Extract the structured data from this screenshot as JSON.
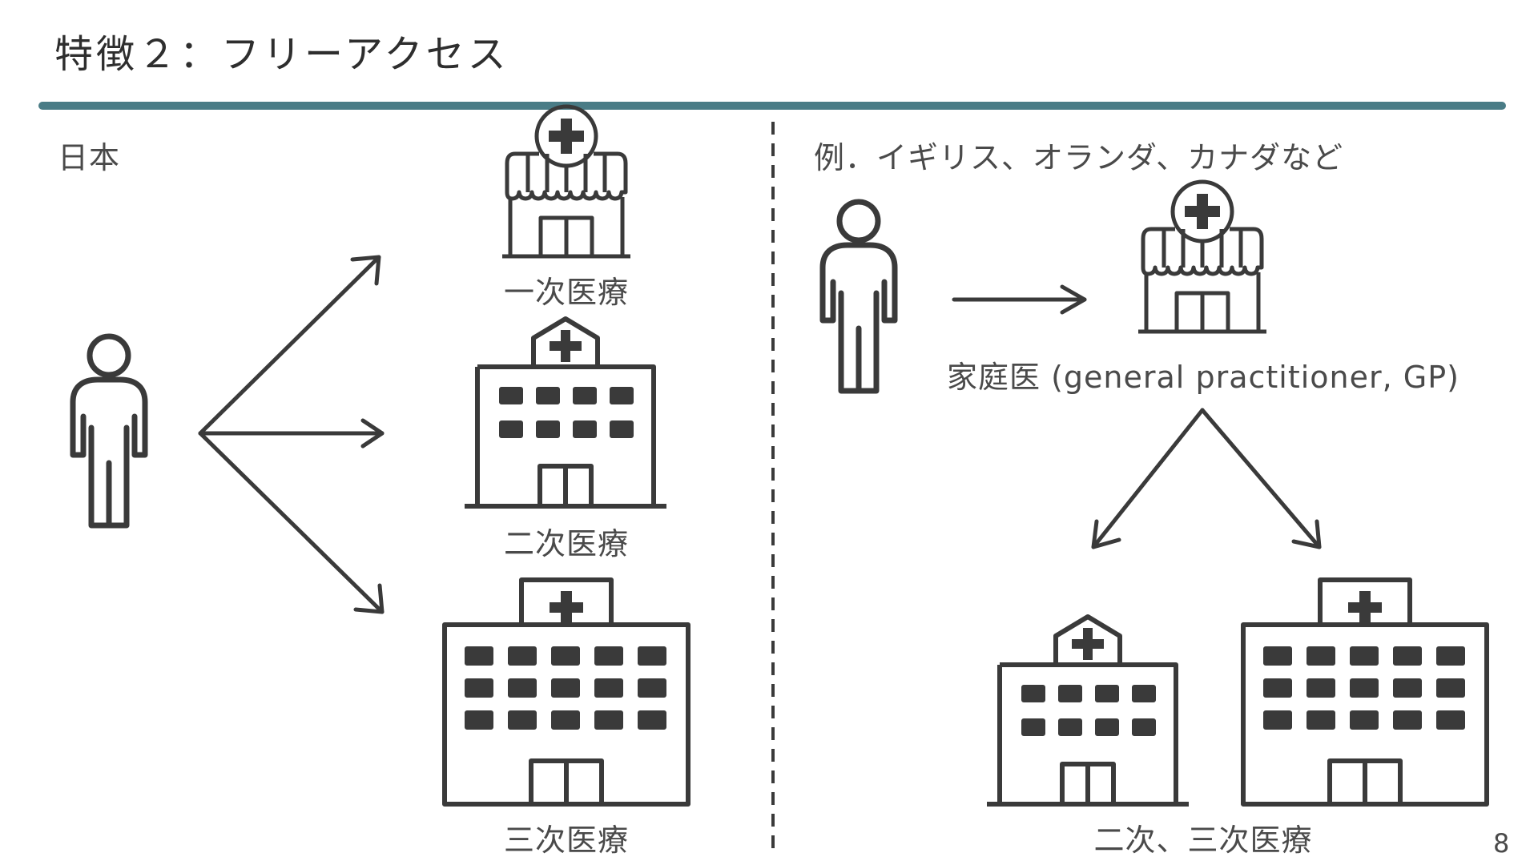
{
  "slide": {
    "title": "特徴２：フリーアクセス",
    "page_number": "8"
  },
  "colors": {
    "title_rule": "#4a7c86",
    "icon": "#3a3a3a",
    "text": "#4a4a4a"
  },
  "japan": {
    "heading": "日本",
    "primary_care": "一次医療",
    "secondary_care": "二次医療",
    "tertiary_care": "三次医療"
  },
  "example": {
    "heading": "例．イギリス、オランダ、カナダなど",
    "gp_label": "家庭医 (general practitioner, GP)",
    "hospitals_label": "二次、三次医療"
  },
  "icons": {
    "person": "person-icon",
    "clinic": "clinic-icon",
    "small_hospital": "hospital-icon",
    "large_hospital": "large-hospital-icon"
  }
}
